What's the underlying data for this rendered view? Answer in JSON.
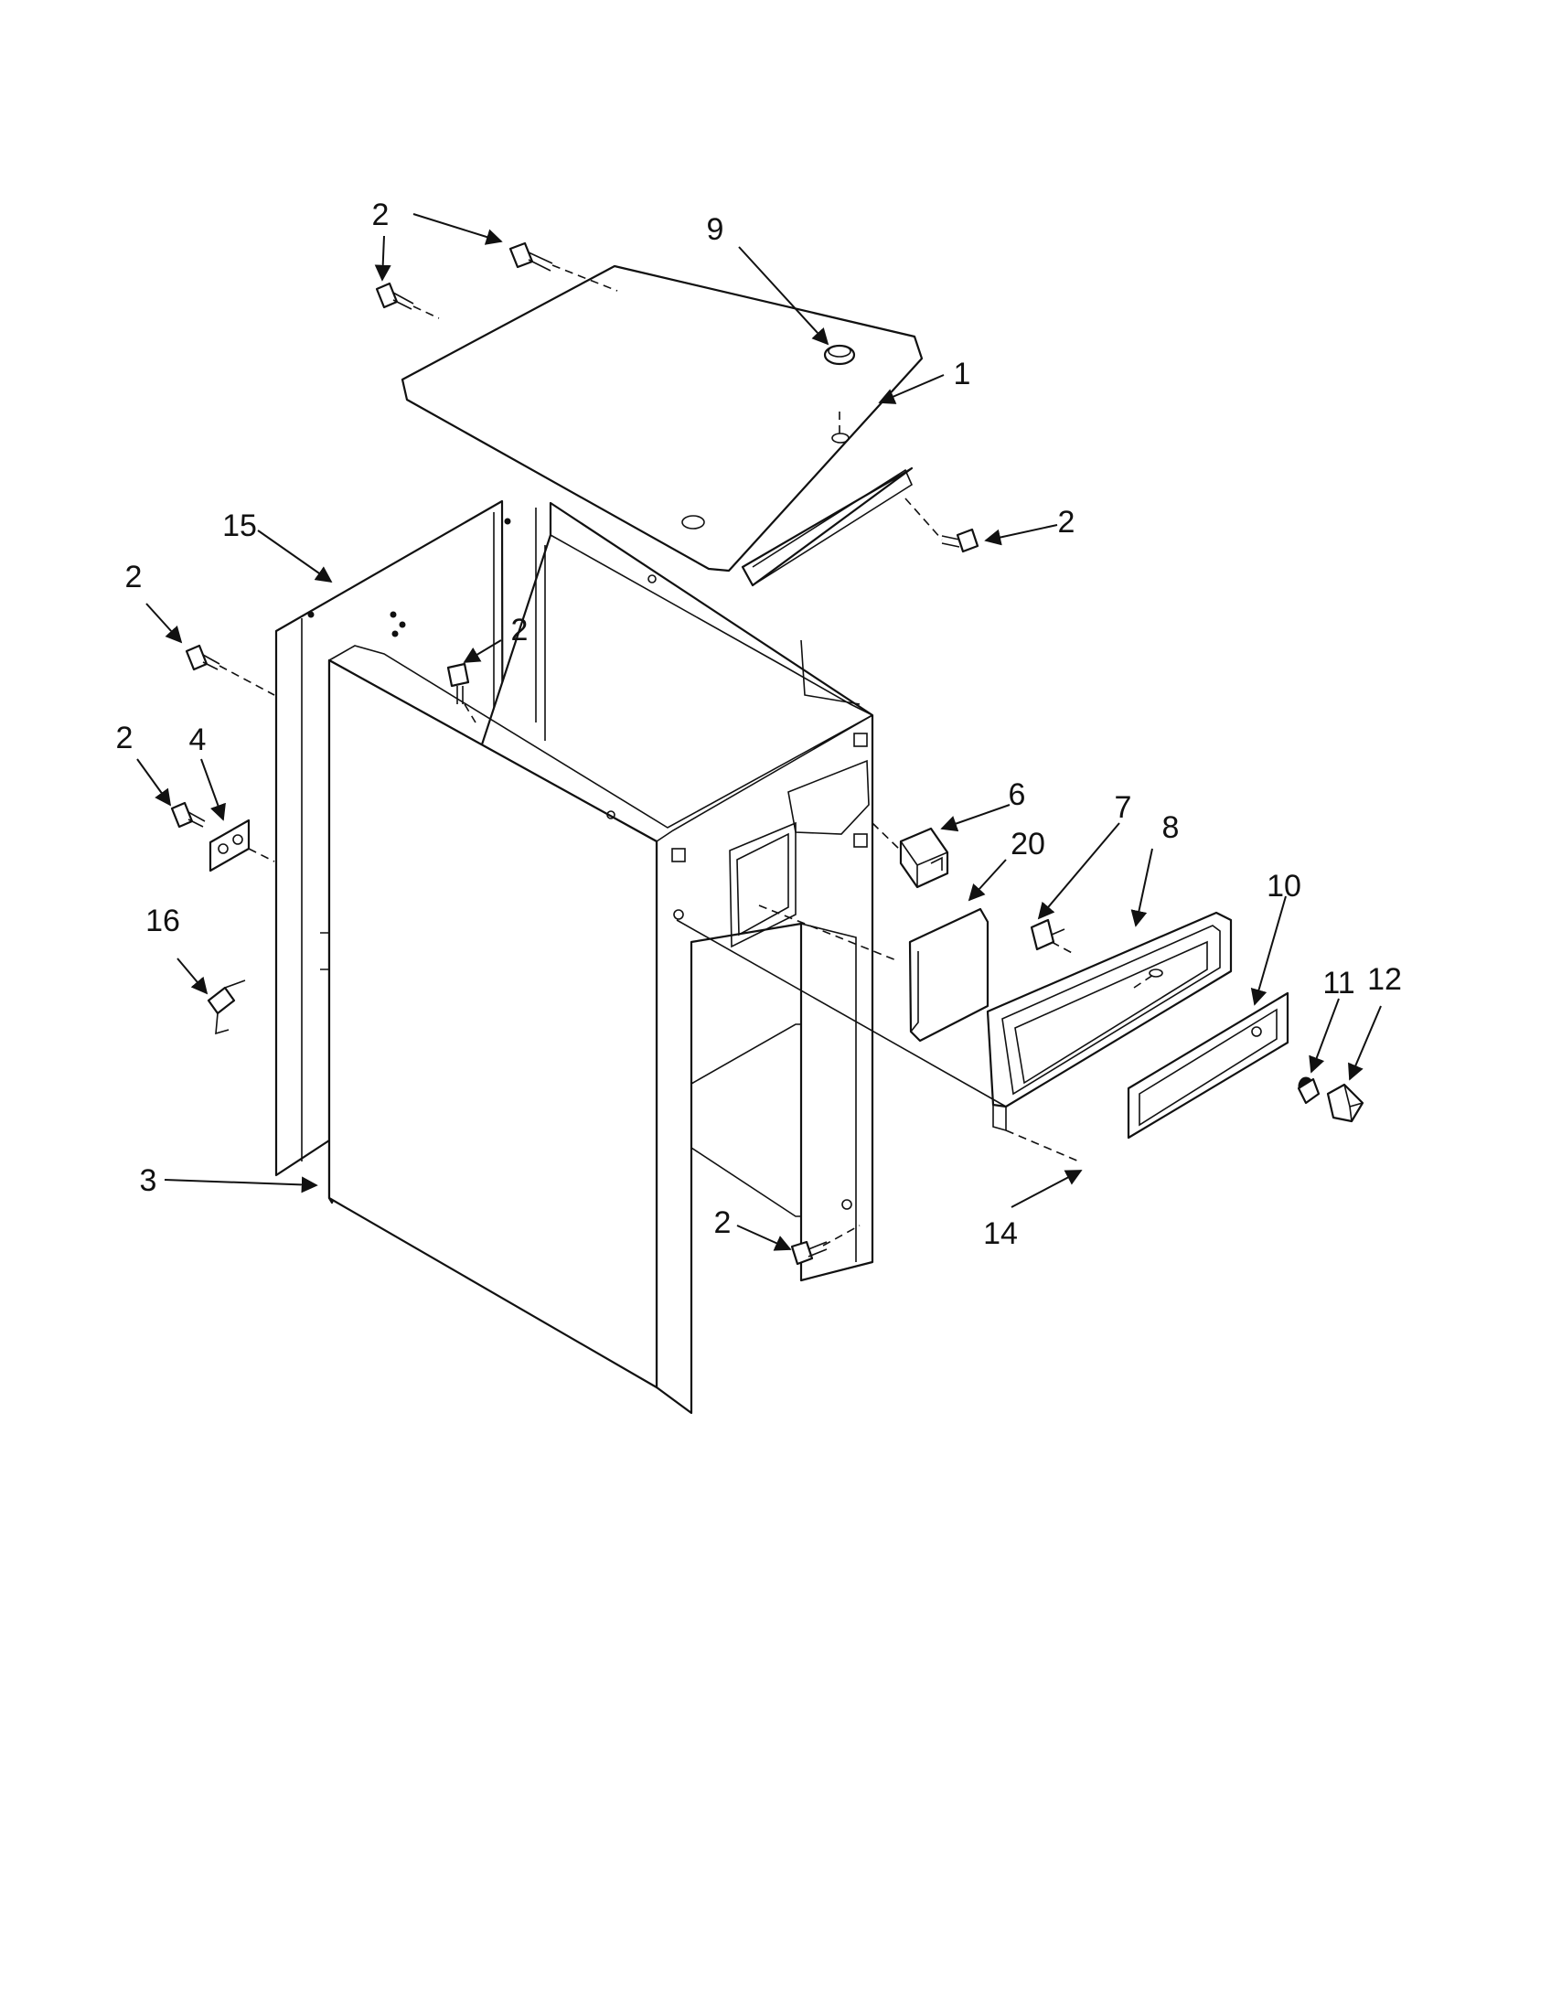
{
  "callouts": {
    "c1": "1",
    "c2a": "2",
    "c2b": "2",
    "c2c": "2",
    "c2d": "2",
    "c2e": "2",
    "c2f": "2",
    "c3": "3",
    "c4": "4",
    "c6": "6",
    "c7": "7",
    "c8": "8",
    "c9": "9",
    "c10": "10",
    "c11": "11",
    "c12": "12",
    "c14": "14",
    "c15": "15",
    "c16": "16",
    "c20": "20"
  }
}
